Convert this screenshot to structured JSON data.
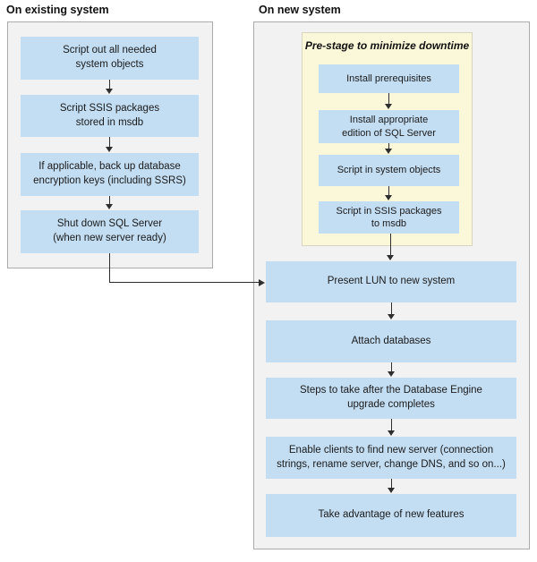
{
  "left": {
    "title": "On existing system",
    "steps": [
      "Script out all needed\nsystem objects",
      "Script SSIS packages\nstored in msdb",
      "If applicable, back up database\nencryption keys (including SSRS)",
      "Shut down SQL Server\n(when new server ready)"
    ]
  },
  "right": {
    "title": "On new system",
    "prestage": {
      "title": "Pre-stage to minimize downtime",
      "steps": [
        "Install prerequisites",
        "Install appropriate\nedition of SQL Server",
        "Script in system objects",
        "Script in SSIS packages\nto msdb"
      ]
    },
    "steps": [
      "Present LUN to new system",
      "Attach databases",
      "Steps to take after the Database Engine\nupgrade completes",
      "Enable clients to find new server (connection\nstrings, rename server, change DNS, and so on...)",
      "Take advantage of new features"
    ]
  },
  "colors": {
    "step_box_blue": "#c3ddf2",
    "prestage_yellow": "#fbf7d9",
    "prestage_border": "#d9d5bc",
    "panel_gray": "#f2f2f2",
    "panel_border": "#ababab",
    "arrow": "#2e2e2e",
    "text": "#1b1b1b"
  }
}
